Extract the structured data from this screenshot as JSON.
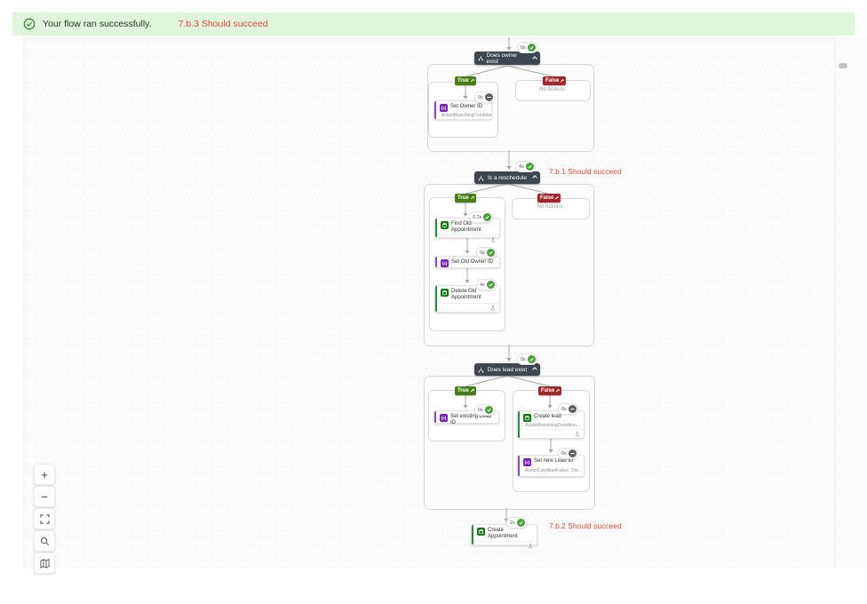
{
  "banner": {
    "message": "Your flow ran successfully.",
    "annotation": "7.b.3 Should succeed"
  },
  "toolbar": {
    "zoom_in_glyph": "+",
    "zoom_out_glyph": "−"
  },
  "flow": {
    "variable_icon_glyph": "{x}",
    "conditions": [
      {
        "title": "Does owner exist",
        "duration": "0s",
        "status": "success",
        "true_label": "True",
        "false_label": "False",
        "no_actions": "No Actions",
        "true_actions": [
          {
            "title": "Set Owner ID",
            "note": "ActionBranchingCondition...",
            "duration": "0s",
            "status": "skipped",
            "icon": "variable"
          }
        ]
      },
      {
        "title": "Is a reschedule",
        "duration": "4s",
        "status": "success",
        "annotation": "7.b.1 Should succeed",
        "true_label": "True",
        "false_label": "False",
        "no_actions": "No Actions",
        "true_actions": [
          {
            "title": "Find Old Appointment",
            "duration": "0.2s",
            "status": "success",
            "icon": "dataverse"
          },
          {
            "title": "Set Old Owner ID",
            "duration": "0s",
            "status": "success",
            "icon": "variable"
          },
          {
            "title": "Delete Old Appointment",
            "duration": "4s",
            "status": "success",
            "icon": "dataverse"
          }
        ]
      },
      {
        "title": "Does lead exist",
        "duration": "0s",
        "status": "success",
        "true_label": "True",
        "false_label": "False",
        "true_actions": [
          {
            "title": "Set existing Lead ID",
            "duration": "0s",
            "status": "success",
            "icon": "variable"
          }
        ],
        "false_actions": [
          {
            "title": "Create lead",
            "note": "ActionBranchingCondition...",
            "duration": "0s",
            "status": "skipped",
            "icon": "dataverse"
          },
          {
            "title": "Set new Lead ID",
            "note": "ActionConditionFailed. The...",
            "duration": "0s",
            "status": "skipped",
            "icon": "variable"
          }
        ]
      }
    ],
    "final_action": {
      "title": "Create Appointment",
      "duration": "2s",
      "status": "success",
      "annotation": "7.b.2 Should succeed"
    }
  }
}
